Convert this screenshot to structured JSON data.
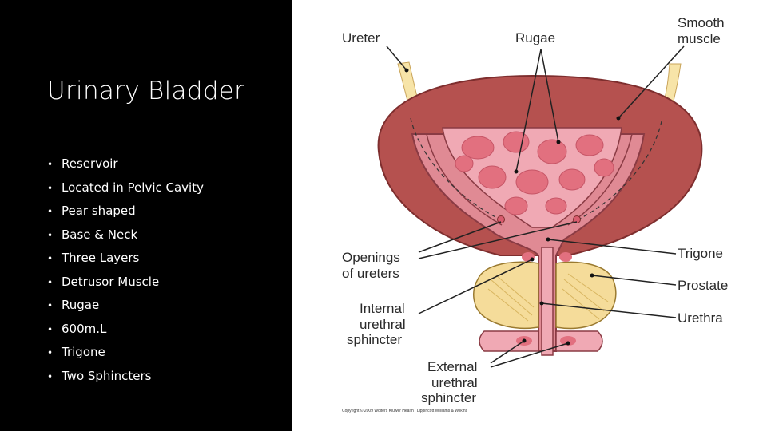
{
  "slide": {
    "title": "Urinary Bladder",
    "bullets": [
      "Reservoir",
      "Located in Pelvic Cavity",
      "Pear shaped",
      "Base & Neck",
      "Three Layers",
      "Detrusor Muscle",
      "Rugae",
      "600m.L",
      "Trigone",
      "Two Sphincters"
    ]
  },
  "figure": {
    "labels": {
      "ureter": "Ureter",
      "rugae": "Rugae",
      "smooth_muscle_1": "Smooth",
      "smooth_muscle_2": "muscle",
      "openings_1": "Openings",
      "openings_2": "of ureters",
      "trigone": "Trigone",
      "prostate": "Prostate",
      "internal_1": "Internal",
      "internal_2": "urethral",
      "internal_3": "sphincter",
      "urethra": "Urethra",
      "external_1": "External",
      "external_2": "urethral",
      "external_3": "sphincter"
    },
    "copyright": "Copyright © 2009 Wolters Kluwer Health | Lippincott Williams & Wilkins",
    "colors": {
      "outer_muscle": "#b5514f",
      "inner_wall": "#e08a94",
      "lumen": "#f0a9b4",
      "rugae": "#e2707f",
      "prostate": "#f5dc9a",
      "ureter": "#f7e4a8"
    }
  }
}
